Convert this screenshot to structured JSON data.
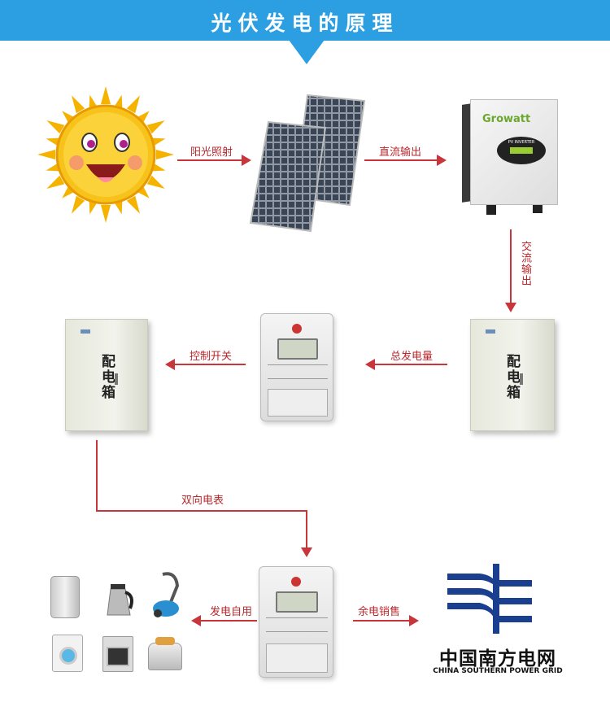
{
  "header": {
    "title": "光伏发电的原理"
  },
  "labels": {
    "sunlight": "阳光照射",
    "dc_output": "直流输出",
    "ac_output": "交流输出",
    "total_generation": "总发电量",
    "control_switch": "控制开关",
    "bidirectional_meter": "双向电表",
    "self_use": "发电自用",
    "surplus_sale": "余电销售"
  },
  "devices": {
    "inverter_brand": "Growatt",
    "inverter_screen": "PV INVERTER",
    "distribution_box": "配电箱"
  },
  "grid_logo": {
    "name_cn": "中国南方电网",
    "name_en": "CHINA SOUTHERN POWER GRID",
    "color": "#1b3f8f"
  },
  "colors": {
    "header": "#2b9fe2",
    "arrow": "#c8353a"
  }
}
